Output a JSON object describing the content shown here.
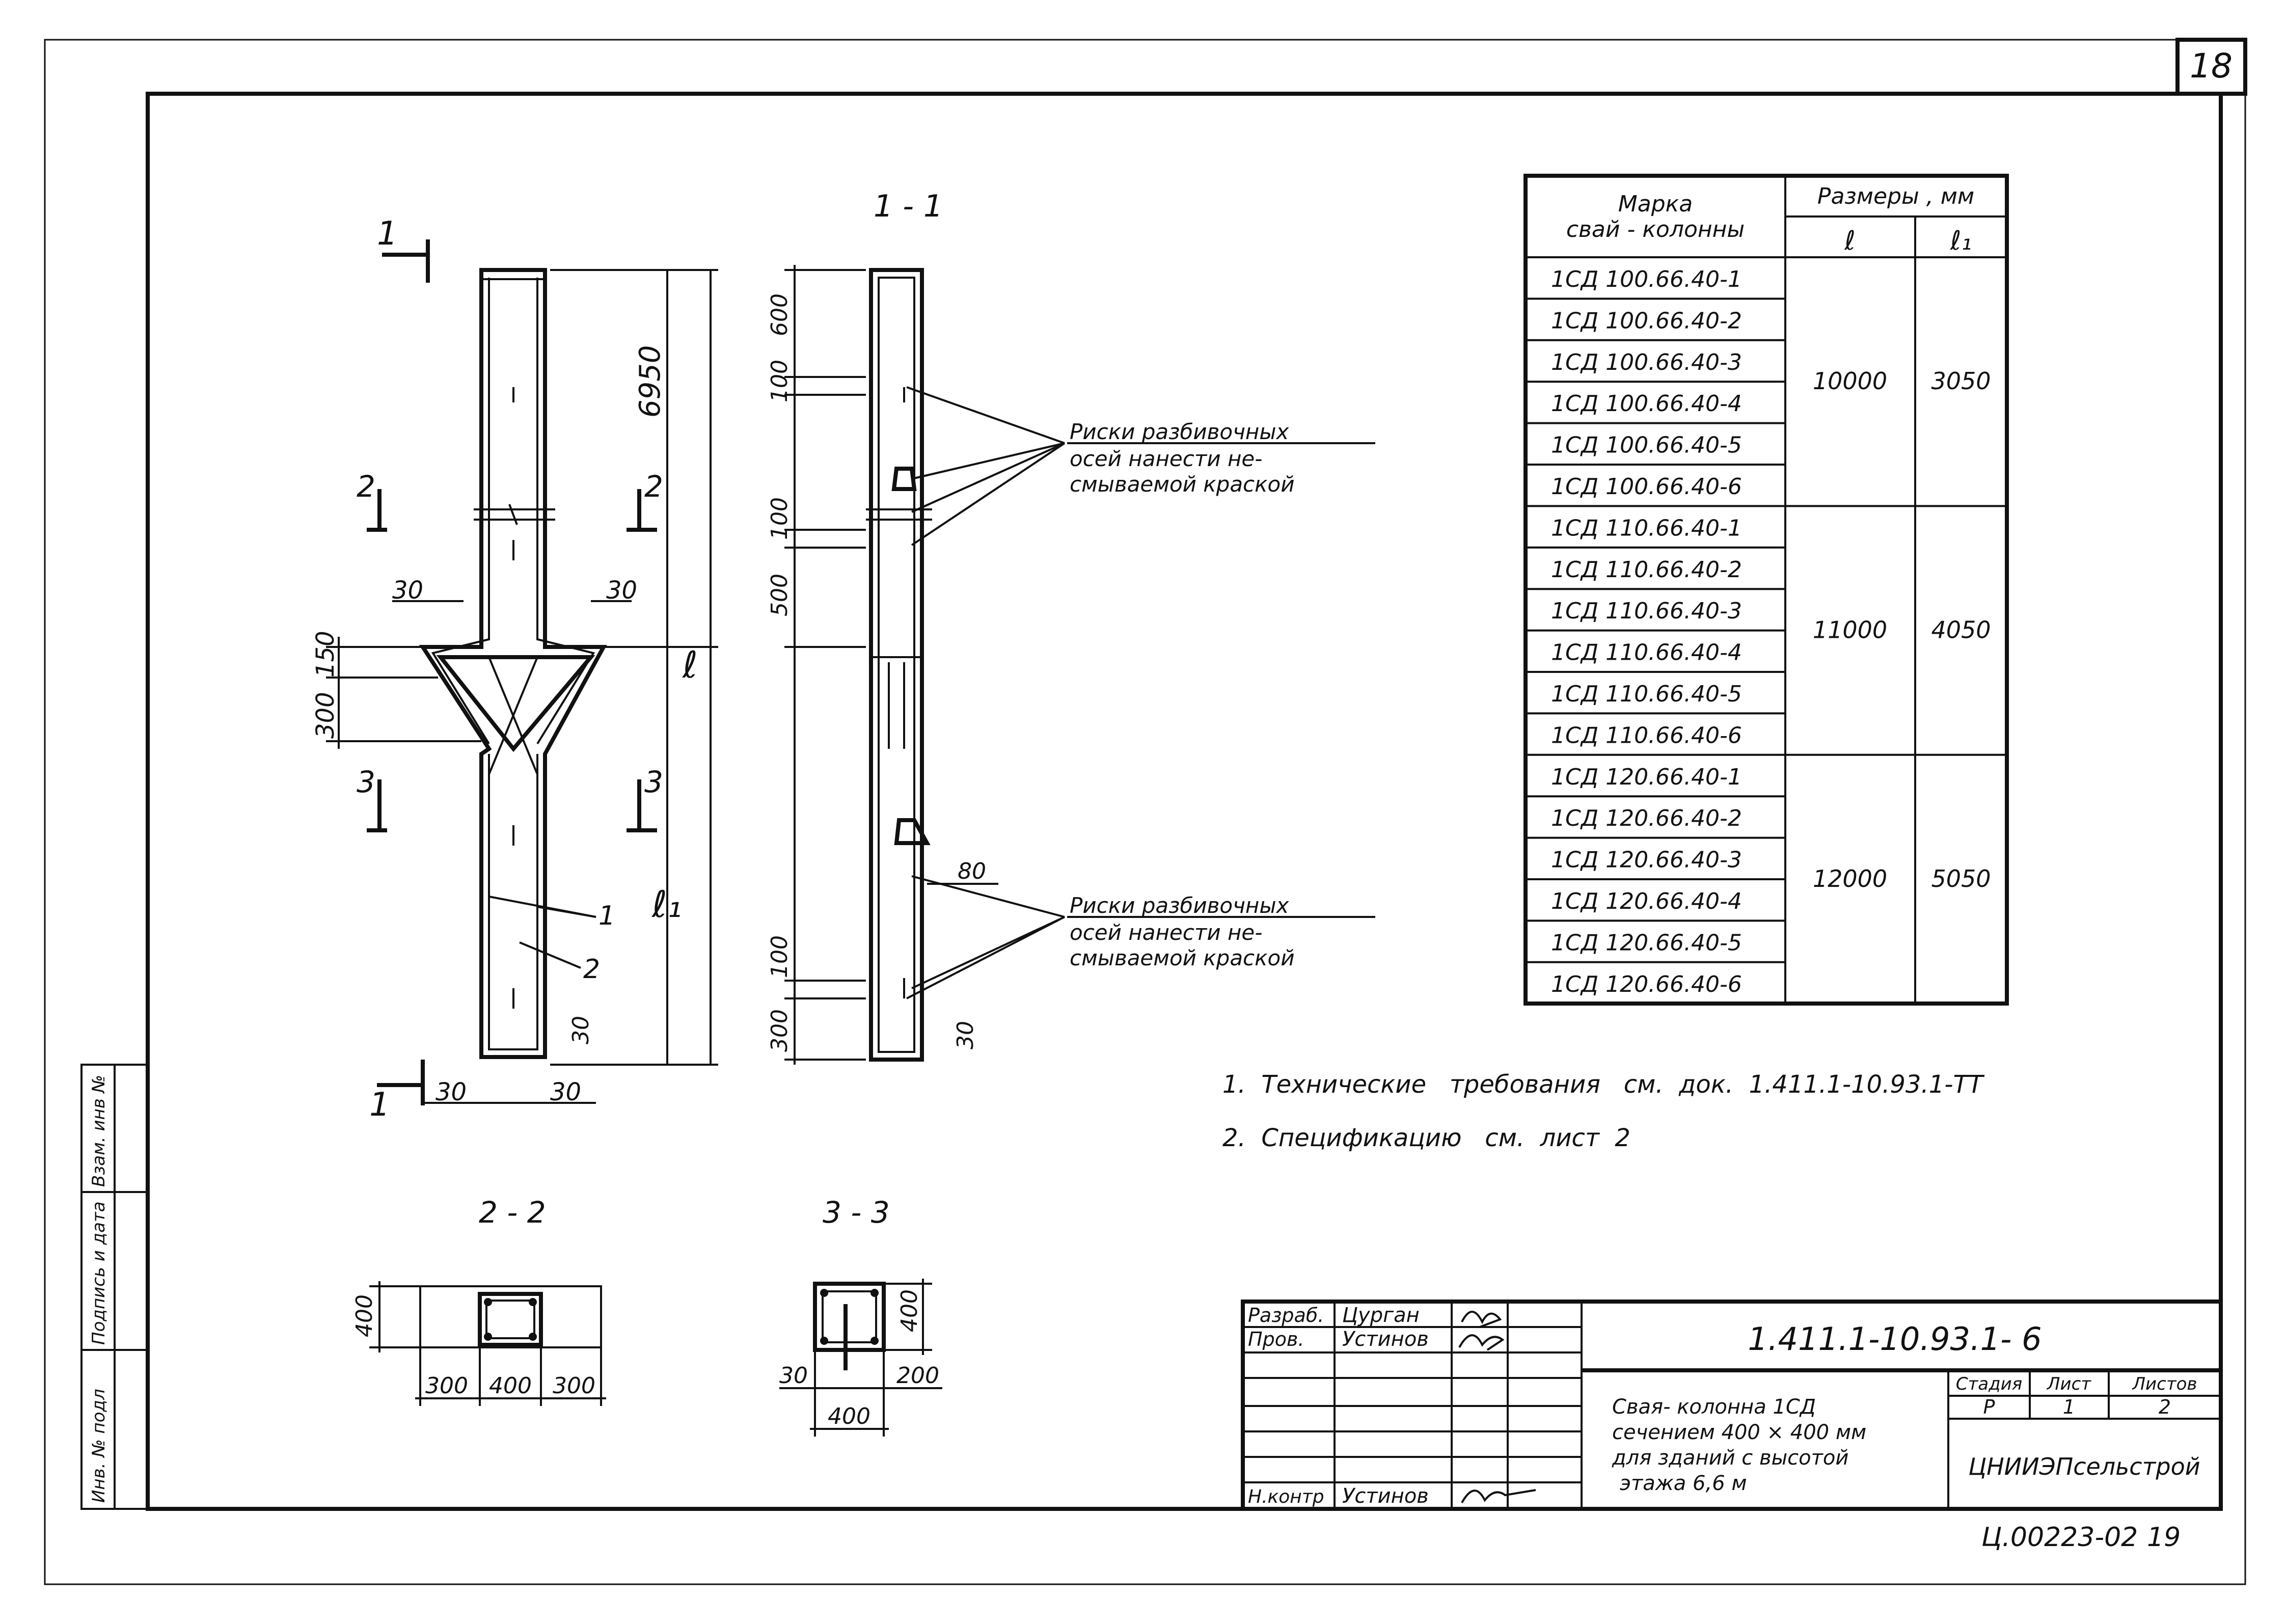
{
  "sheet_number": "18",
  "table": {
    "header_mark": [
      "Марка",
      "свай - колонны"
    ],
    "header_sizes": "Размеры , мм",
    "col_l": "ℓ",
    "col_l1": "ℓ₁",
    "rows": [
      "1СД 100.66.40-1",
      "1СД 100.66.40-2",
      "1СД 100.66.40-3",
      "1СД 100.66.40-4",
      "1СД 100.66.40-5",
      "1СД 100.66.40-6",
      "1СД 110.66.40-1",
      "1СД 110.66.40-2",
      "1СД 110.66.40-3",
      "1СД 110.66.40-4",
      "1СД 110.66.40-5",
      "1СД 110.66.40-6",
      "1СД 120.66.40-1",
      "1СД 120.66.40-2",
      "1СД 120.66.40-3",
      "1СД 120.66.40-4",
      "1СД 120.66.40-5",
      "1СД 120.66.40-6"
    ],
    "groups": [
      {
        "l": "10000",
        "l1": "3050"
      },
      {
        "l": "11000",
        "l1": "4050"
      },
      {
        "l": "12000",
        "l1": "5050"
      }
    ]
  },
  "view_main": {
    "label_1_top": "1",
    "label_1_bottom": "1",
    "label_2": "2",
    "label_3": "3",
    "dim_6950": "6950",
    "dim_l": "ℓ",
    "dim_l1": "ℓ₁",
    "dim_30a": "30",
    "dim_30b": "30",
    "dim_150": "150",
    "dim_300": "300",
    "dim_30c": "30",
    "dim_30d": "30",
    "dim_30e": "30",
    "callout_1": "1",
    "callout_2": "2"
  },
  "section_11": {
    "title": "1 - 1",
    "dims": [
      "600",
      "100",
      "100",
      "500",
      "100",
      "300"
    ],
    "dim_80": "80",
    "dim_30": "30"
  },
  "note_marks": [
    "Риски разбивочных",
    "осей нанести не-",
    "смываемой краской"
  ],
  "section_22": {
    "title": "2 - 2",
    "dims": [
      "400",
      "300",
      "400",
      "300"
    ]
  },
  "section_33": {
    "title": "3 - 3",
    "dims": [
      "400",
      "30",
      "200",
      "400"
    ]
  },
  "notes": [
    "1.  Технические   требования   см.  док.  1.411.1-10.93.1-ТТ",
    "2.  Спецификацию   см.  лист  2"
  ],
  "stamp": {
    "rows": [
      {
        "role": "Разраб.",
        "name": "Цурган"
      },
      {
        "role": "Пров.",
        "name": "Устинов"
      },
      {
        "role": "Н.контр",
        "name": "Устинов"
      }
    ],
    "doc_code": "1.411.1-10.93.1- 6",
    "title_lines": [
      "Свая- колонна  1СД",
      "сечением 400 × 400 мм",
      "для зданий с высотой",
      "этажа  6,6 м"
    ],
    "stage_label": "Стадия",
    "sheet_label": "Лист",
    "sheets_label": "Листов",
    "stage": "Р",
    "sheet": "1",
    "sheets": "2",
    "org": "ЦНИИЭПсельстрой"
  },
  "side_stamp": [
    "Инв. № подл",
    "Подпись и дата",
    "Взам. инв №"
  ],
  "footer_code": "Ц.00223-02",
  "footer_page": "19"
}
